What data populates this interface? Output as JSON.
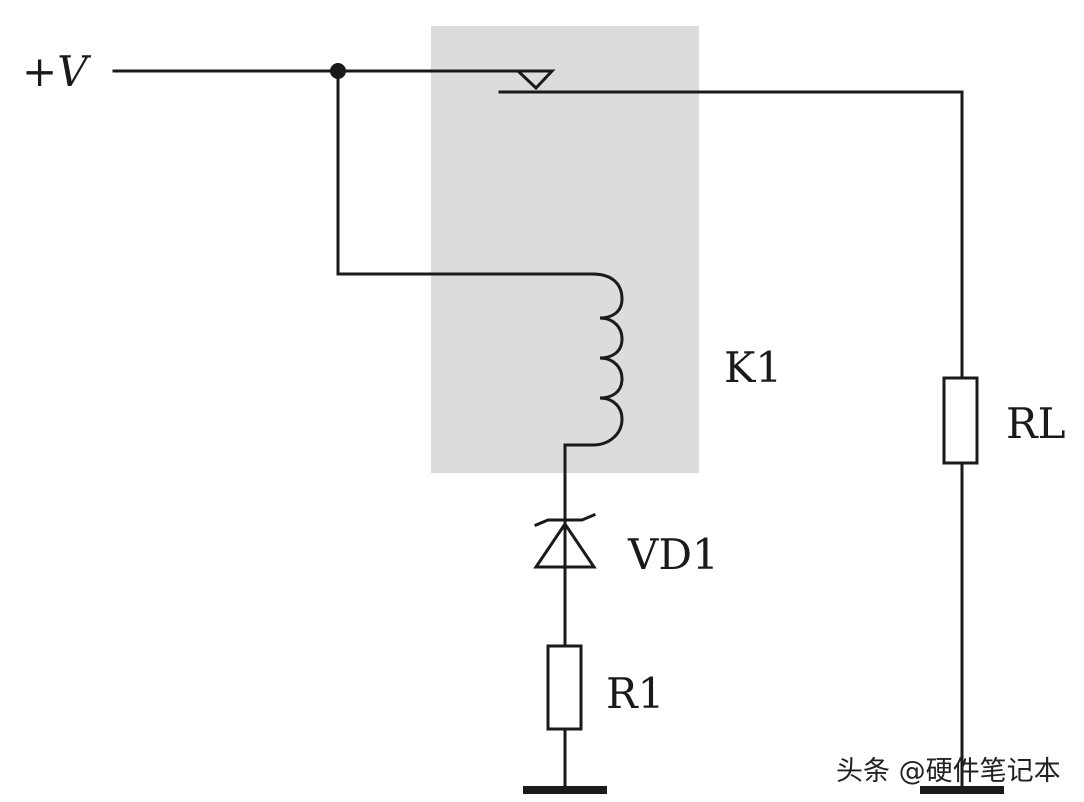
{
  "diagram": {
    "labels": {
      "supply": "+V",
      "relay": "K1",
      "load": "RL",
      "diode": "VD1",
      "resistor": "R1"
    },
    "colors": {
      "relay_box": "#dcdcdc",
      "wire": "#1a1a1a",
      "background": "#ffffff"
    }
  },
  "watermark": {
    "text": "头条 @硬件笔记本"
  }
}
